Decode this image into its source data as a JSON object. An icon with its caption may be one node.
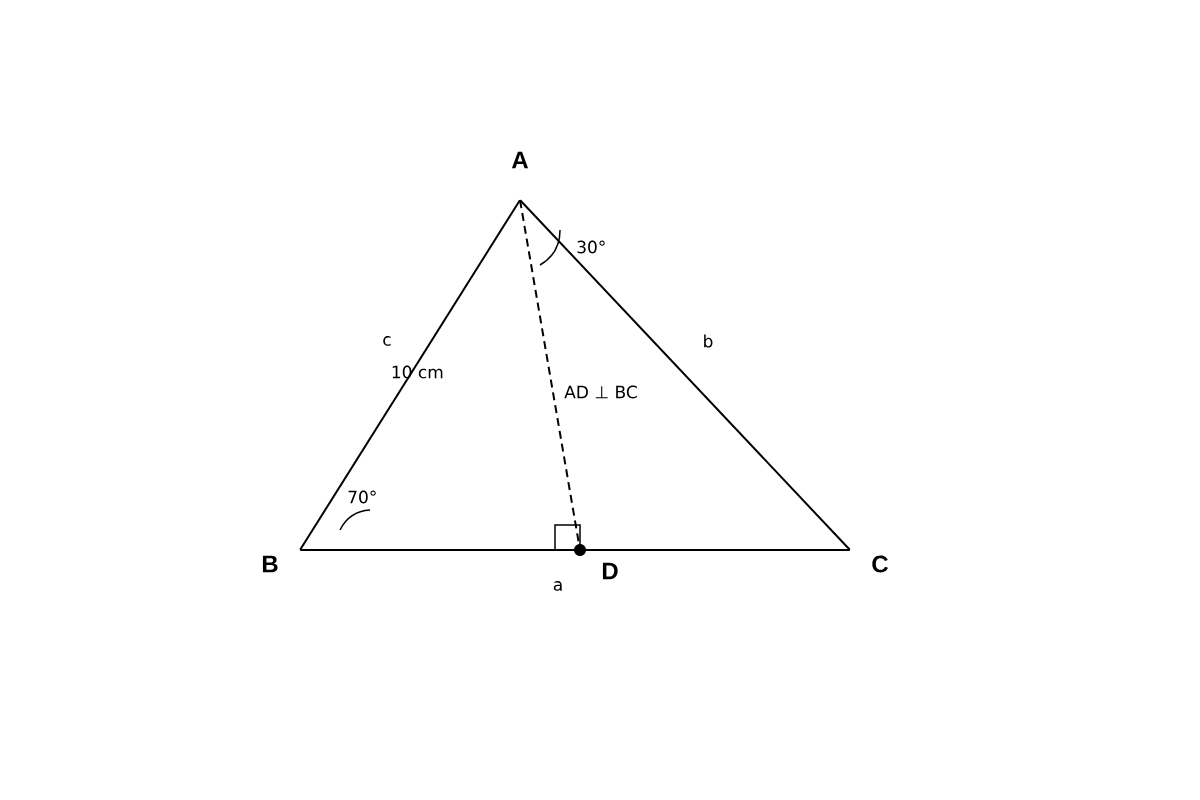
{
  "diagram": {
    "nodes": [
      {
        "text": [
          "A"
        ]
      },
      {
        "text": [
          "B"
        ]
      },
      {
        "text": [
          "C"
        ]
      },
      {
        "text": [
          "D"
        ]
      }
    ],
    "edges": [
      {
        "from": 0,
        "to": 1,
        "arrow": "none"
      },
      {
        "from": 1,
        "to": 2,
        "arrow": "none"
      },
      {
        "from": 2,
        "to": 0,
        "arrow": "none"
      },
      {
        "from": 0,
        "to": 3,
        "arrow": "none",
        "style": "dashed"
      }
    ],
    "labels": [
      "30°",
      "c",
      "10 cm",
      "b",
      "AD ⊥ BC",
      "70°",
      "a"
    ]
  }
}
